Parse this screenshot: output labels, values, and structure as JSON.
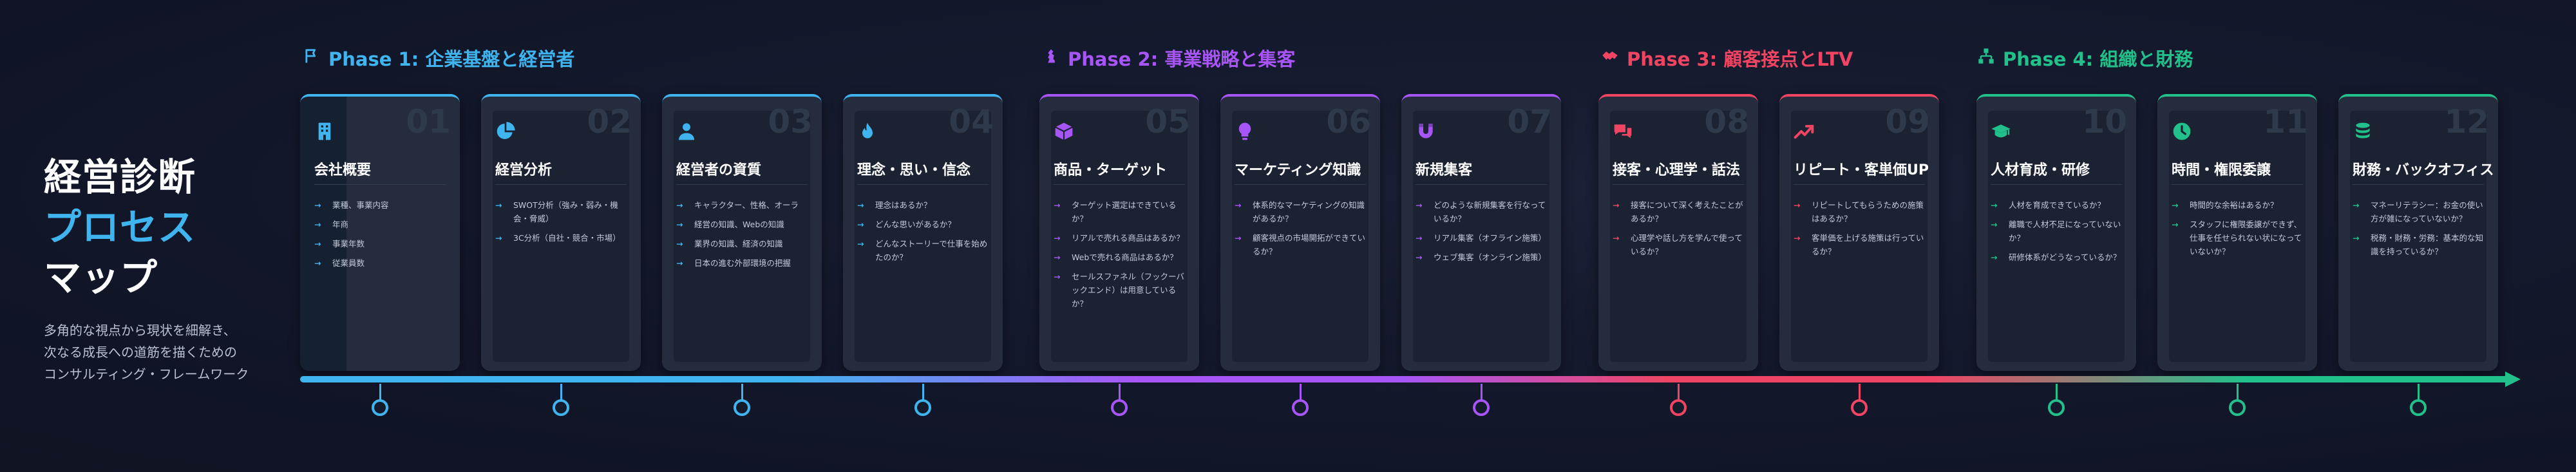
{
  "title": {
    "line1": "経営診断",
    "line2": "プロセス",
    "line3": "マップ"
  },
  "subtitle": [
    "多角的な視点から現状を細解き、",
    "次なる成長への道筋を描くための",
    "コンサルティング・フレームワーク"
  ],
  "colors": {
    "phase1": "#3fb4ee",
    "phase2": "#a855f7",
    "phase3": "#ef4563",
    "phase4": "#22c08a"
  },
  "phases": [
    {
      "label": "Phase 1: 企業基盤と経営者",
      "icon": "flag-icon",
      "color": "#3fb4ee"
    },
    {
      "label": "Phase 2: 事業戦略と集客",
      "icon": "chess-icon",
      "color": "#a855f7"
    },
    {
      "label": "Phase 3: 顧客接点とLTV",
      "icon": "handshake-icon",
      "color": "#ef4563"
    },
    {
      "label": "Phase 4: 組織と財務",
      "icon": "org-chart-icon",
      "color": "#22c08a"
    }
  ],
  "cards": [
    {
      "num": "01",
      "title": "会社概要",
      "icon": "building-icon",
      "color": "#3fb4ee",
      "items": [
        "業種、事業内容",
        "年商",
        "事業年数",
        "従業員数"
      ]
    },
    {
      "num": "02",
      "title": "経営分析",
      "icon": "pie-chart-icon",
      "color": "#3fb4ee",
      "items": [
        "SWOT分析（強み・弱み・機会・脅威）",
        "3C分析（自社・競合・市場）"
      ]
    },
    {
      "num": "03",
      "title": "経営者の資質",
      "icon": "person-icon",
      "color": "#3fb4ee",
      "items": [
        "キャラクター、性格、オーラ",
        "経営の知識、Webの知識",
        "業界の知識、経済の知識",
        "日本の進む外部環境の把握"
      ]
    },
    {
      "num": "04",
      "title": "理念・思い・信念",
      "icon": "flame-icon",
      "color": "#3fb4ee",
      "items": [
        "理念はあるか？",
        "どんな思いがあるか？",
        "どんなストーリーで仕事を始めたのか？"
      ]
    },
    {
      "num": "05",
      "title": "商品・ターゲット",
      "icon": "box-icon",
      "color": "#a855f7",
      "items": [
        "ターゲット選定はできているか？",
        "リアルで売れる商品はあるか？",
        "Webで売れる商品はあるか？",
        "セールスファネル（フックーバックエンド）は用意しているか？"
      ]
    },
    {
      "num": "06",
      "title": "マーケティング知識",
      "icon": "lightbulb-icon",
      "color": "#a855f7",
      "items": [
        "体系的なマーケティングの知識があるか？",
        "顧客視点の市場開拓ができているか？"
      ]
    },
    {
      "num": "07",
      "title": "新規集客",
      "icon": "magnet-icon",
      "color": "#a855f7",
      "items": [
        "どのような新規集客を行なっているか？",
        "リアル集客（オフライン施策）",
        "ウェブ集客（オンライン施策）"
      ]
    },
    {
      "num": "08",
      "title": "接客・心理学・話法",
      "icon": "chat-icon",
      "color": "#ef4563",
      "items": [
        "接客について深く考えたことがあるか？",
        "心理学や話し方を学んで使っているか？"
      ]
    },
    {
      "num": "09",
      "title": "リピート・客単価UP",
      "icon": "trend-up-icon",
      "color": "#ef4563",
      "items": [
        "リピートしてもらうための施策はあるか？",
        "客単価を上げる施策は行っているか？"
      ]
    },
    {
      "num": "10",
      "title": "人材育成・研修",
      "icon": "graduation-cap-icon",
      "color": "#22c08a",
      "items": [
        "人材を育成できているか？",
        "離職で人材不足になっていないか？",
        "研修体系がどうなっているか？"
      ]
    },
    {
      "num": "11",
      "title": "時間・権限委譲",
      "icon": "clock-icon",
      "color": "#22c08a",
      "items": [
        "時間的な余裕はあるか？",
        "スタッフに権限委譲ができず、仕事を任せられない状になっていないか？"
      ]
    },
    {
      "num": "12",
      "title": "財務・バックオフィス",
      "icon": "coins-icon",
      "color": "#22c08a",
      "items": [
        "マネーリテラシー：お金の使い方が雑になっていないか？",
        "税務・財務・労務：基本的な知識を持っているか？"
      ]
    }
  ]
}
